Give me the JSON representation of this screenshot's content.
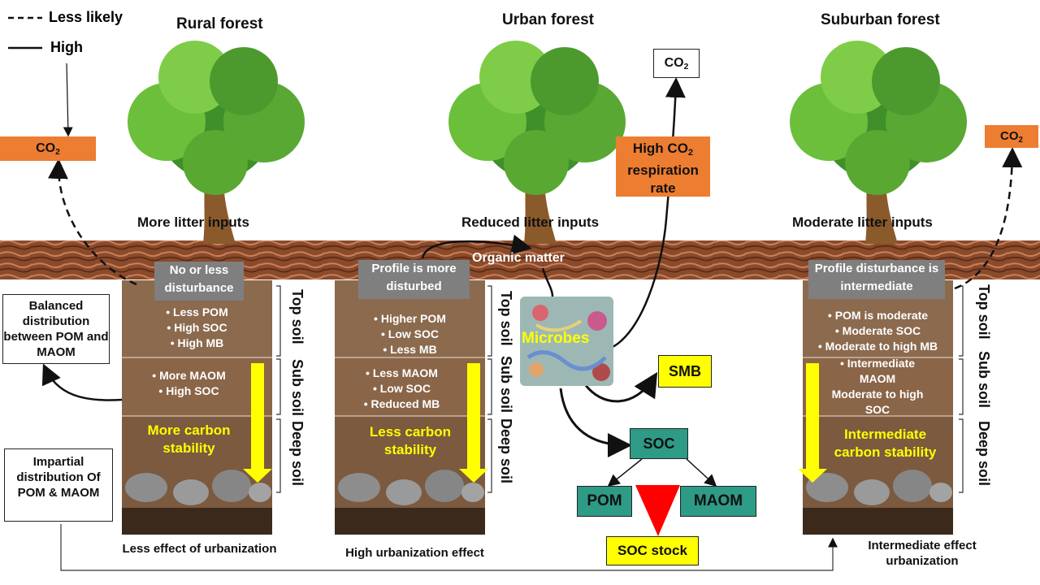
{
  "legend": {
    "dashed_label": "Less likely",
    "solid_label": "High"
  },
  "forests": {
    "rural": {
      "title": "Rural forest",
      "litter": "More litter inputs",
      "disturbance": "No or less disturbance",
      "topsoil_bullets": [
        "Less POM",
        "High SOC",
        "High MB"
      ],
      "subsoil_bullets": [
        "More MAOM",
        "High SOC"
      ],
      "stability": "More carbon stability",
      "caption": "Less effect of urbanization"
    },
    "urban": {
      "title": "Urban forest",
      "litter": "Reduced litter inputs",
      "disturbance": "Profile is more disturbed",
      "topsoil_bullets": [
        "Higher POM",
        "Low SOC",
        "Less MB"
      ],
      "subsoil_bullets": [
        "Less MAOM",
        "Low SOC",
        "Reduced MB"
      ],
      "stability": "Less carbon stability",
      "caption": "High urbanization effect"
    },
    "suburban": {
      "title": "Suburban forest",
      "litter": "Moderate litter inputs",
      "disturbance": "Profile disturbance is intermediate",
      "topsoil_bullets": [
        "POM is moderate",
        "Moderate SOC",
        "Moderate to high MB"
      ],
      "subsoil_bullets": [
        "Intermediate MAOM",
        "Moderate to high SOC"
      ],
      "stability": "Intermediate carbon stability",
      "caption": "Intermediate effect urbanization"
    }
  },
  "soil_labels": {
    "top": "Top soil",
    "sub": "Sub soil",
    "deep": "Deep soil"
  },
  "co2": {
    "main": "CO",
    "sub": "2"
  },
  "respiration": {
    "line1": "High CO",
    "sub": "2",
    "line2": "respiration rate"
  },
  "organic_matter": "Organic matter",
  "microbes": "Microbes",
  "smb": "SMB",
  "soc": "SOC",
  "pom": "POM",
  "maom": "MAOM",
  "soc_stock": "SOC stock",
  "balanced_box": "Balanced distribution between POM and MAOM",
  "impartial_box": "Impartial distribution Of POM & MAOM",
  "colors": {
    "orange": "#ed7d31",
    "teal": "#2e9b86",
    "yellow": "#ffff00",
    "soil": "#8b6a4e",
    "grey": "#7f7f7f",
    "red": "#ff0000"
  }
}
